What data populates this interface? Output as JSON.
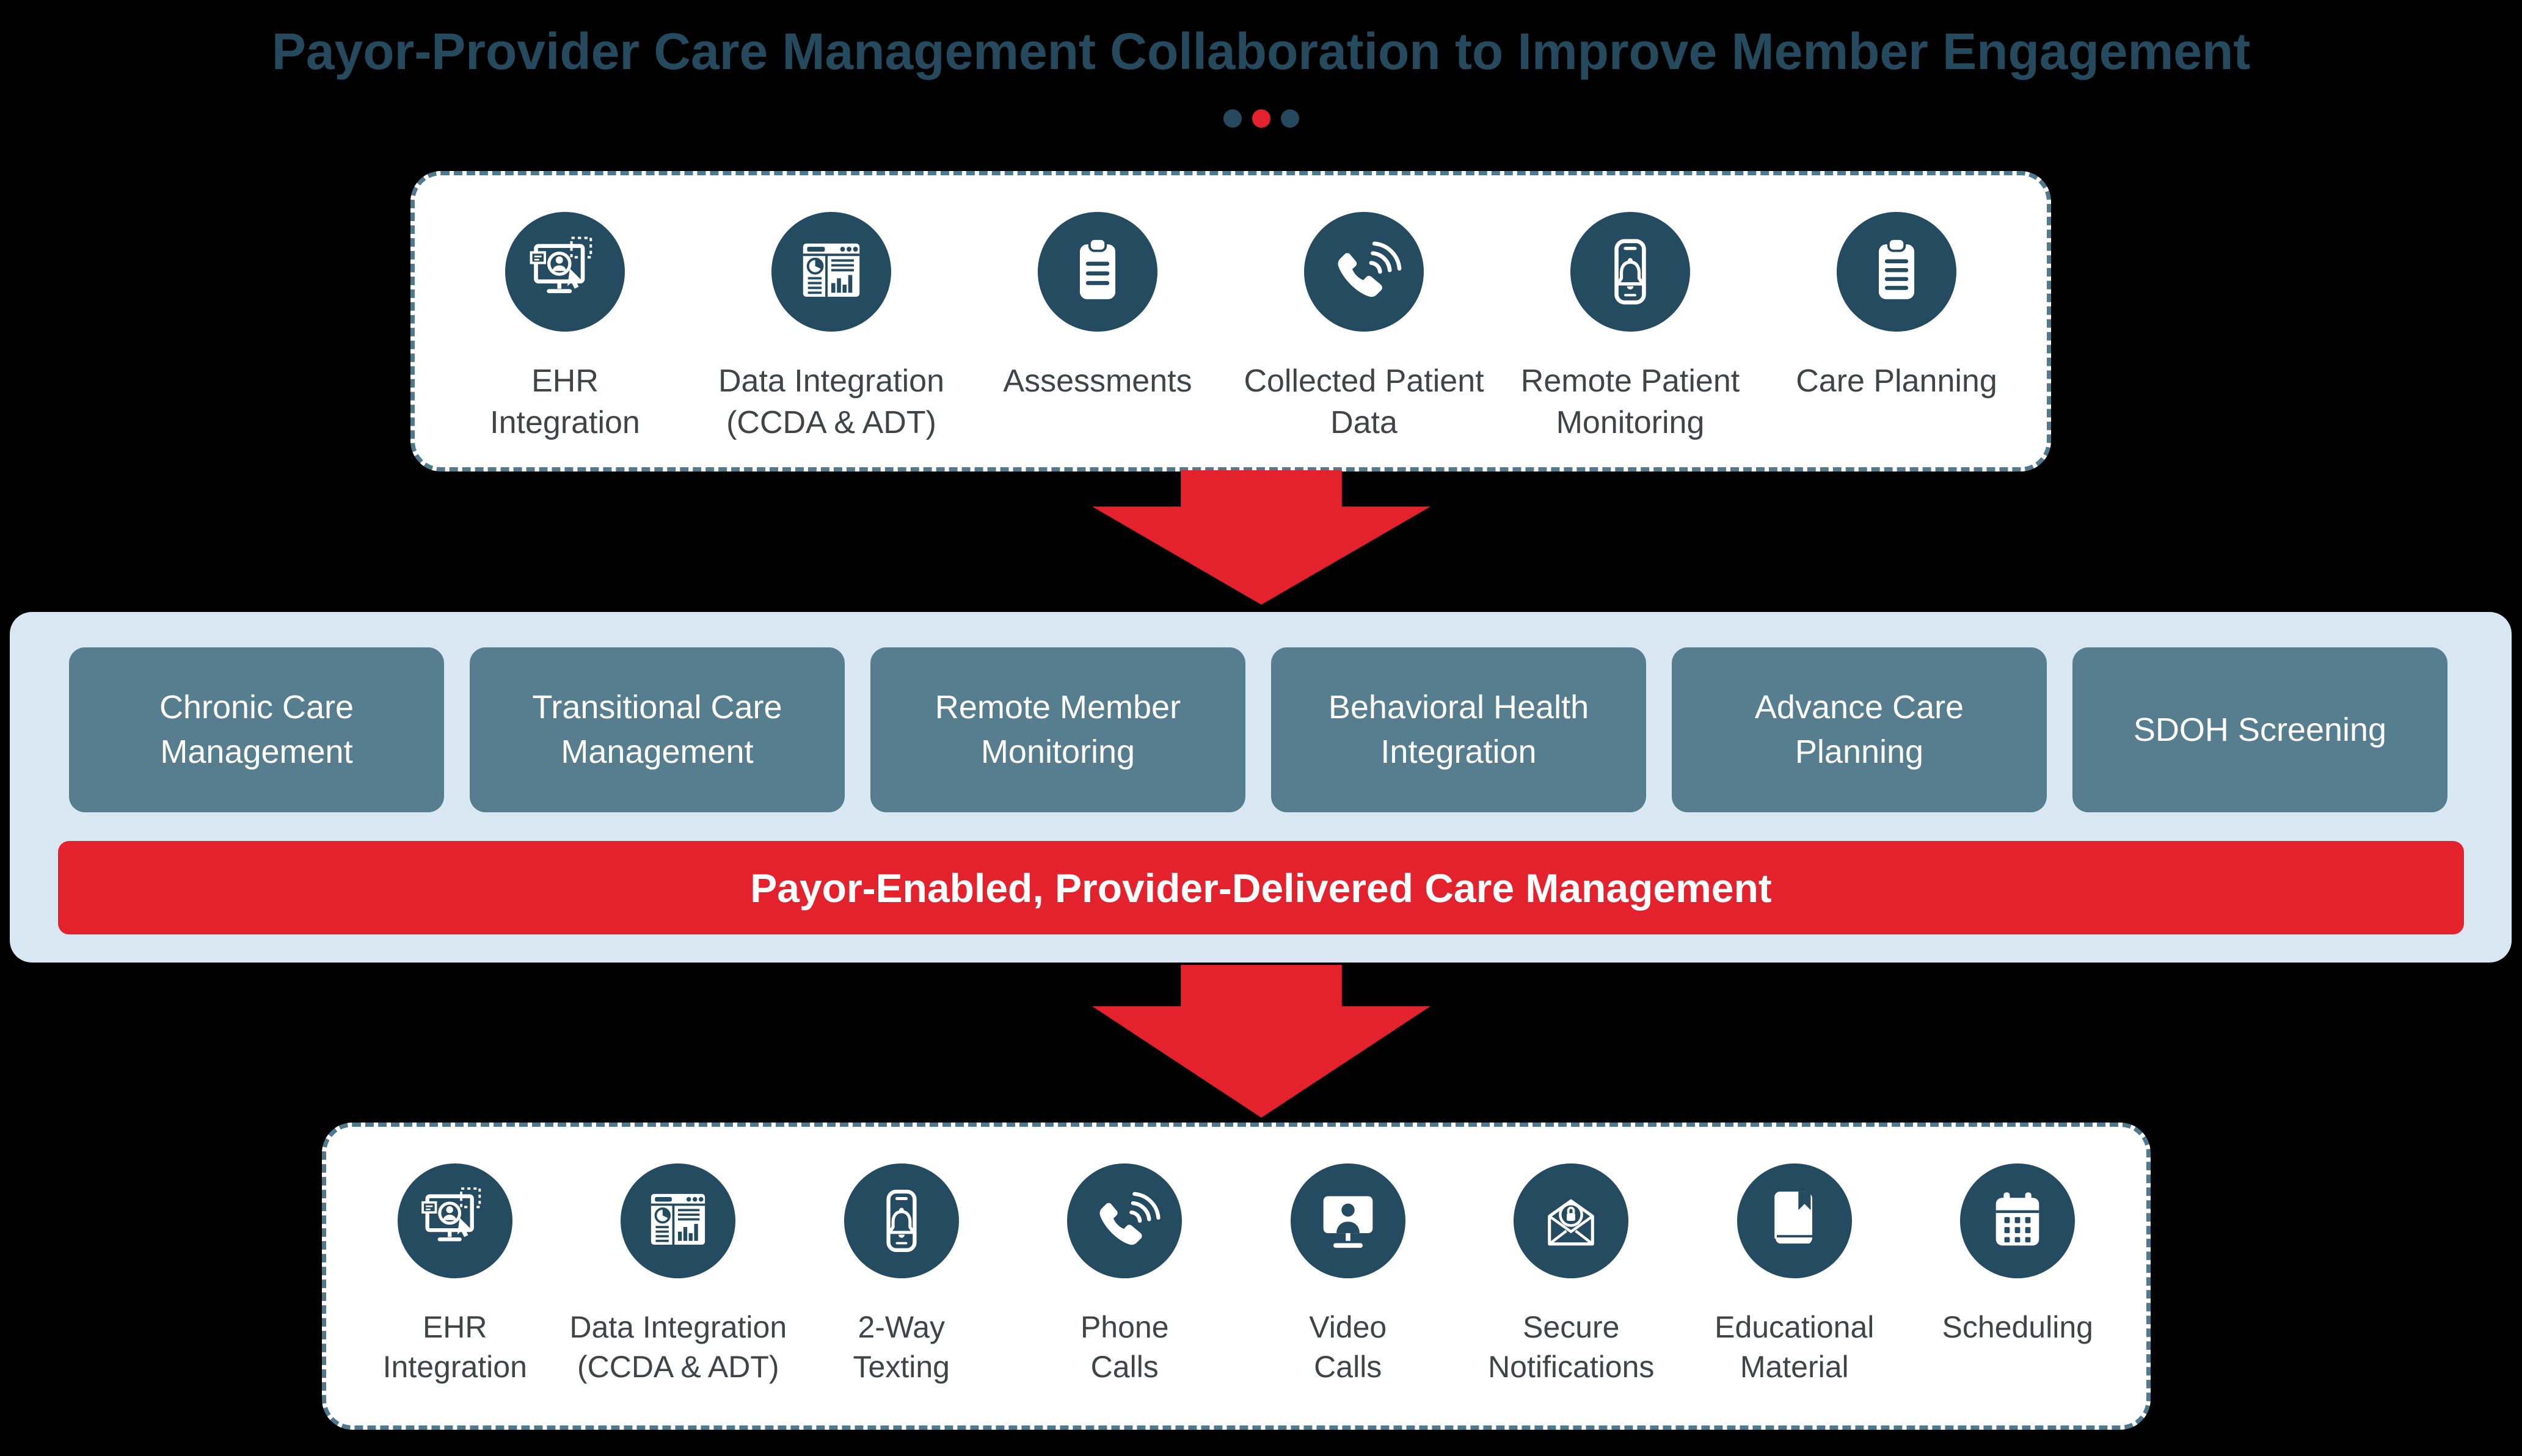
{
  "title": "Payor-Provider Care Management Collaboration to Improve Member Engagement",
  "separator_dots": [
    "#254A5D",
    "#E4222D",
    "#254A5D"
  ],
  "colors": {
    "background": "#000000",
    "title_text": "#254A5D",
    "accent_red": "#E4222D",
    "panel_light_blue": "#D9E7F3",
    "program_box_teal": "#567E8E",
    "icon_circle_teal": "#244B60",
    "box_border_teal": "#4F7A8E",
    "box_background": "#FFFFFF",
    "label_gray": "#3F4447",
    "banner_text": "#FFFFFF"
  },
  "payor_capabilities": {
    "items": [
      {
        "label": "EHR Integration",
        "icon": "ehr-integration-icon"
      },
      {
        "label": "Data Integration (CCDA & ADT)",
        "icon": "data-integration-icon"
      },
      {
        "label": "Assessments",
        "icon": "assessments-clipboard-icon"
      },
      {
        "label": "Collected Patient Data",
        "icon": "collected-patient-data-phone-icon"
      },
      {
        "label": "Remote Patient Monitoring",
        "icon": "remote-patient-monitoring-icon"
      },
      {
        "label": "Care Planning",
        "icon": "care-planning-clipboard-icon"
      }
    ]
  },
  "care_programs": {
    "items": [
      {
        "label": "Chronic Care Management"
      },
      {
        "label": "Transitional Care Management"
      },
      {
        "label": "Remote Member Monitoring"
      },
      {
        "label": "Behavioral Health Integration"
      },
      {
        "label": "Advance Care Planning"
      },
      {
        "label": "SDOH Screening"
      }
    ],
    "banner": "Payor-Enabled, Provider-Delivered Care Management"
  },
  "member_engagement_tools": {
    "items": [
      {
        "label": "EHR Integration",
        "icon": "ehr-integration-icon"
      },
      {
        "label": "Data Integration (CCDA & ADT)",
        "icon": "data-integration-icon"
      },
      {
        "label": "2-Way Texting",
        "icon": "two-way-texting-icon"
      },
      {
        "label": "Phone Calls",
        "icon": "phone-calls-icon"
      },
      {
        "label": "Video Calls",
        "icon": "video-calls-icon"
      },
      {
        "label": "Secure Notifications",
        "icon": "secure-notifications-icon"
      },
      {
        "label": "Educational Material",
        "icon": "educational-material-icon"
      },
      {
        "label": "Scheduling",
        "icon": "scheduling-calendar-icon"
      }
    ]
  },
  "flow": {
    "arrow_icon": "down-arrow-icon"
  }
}
